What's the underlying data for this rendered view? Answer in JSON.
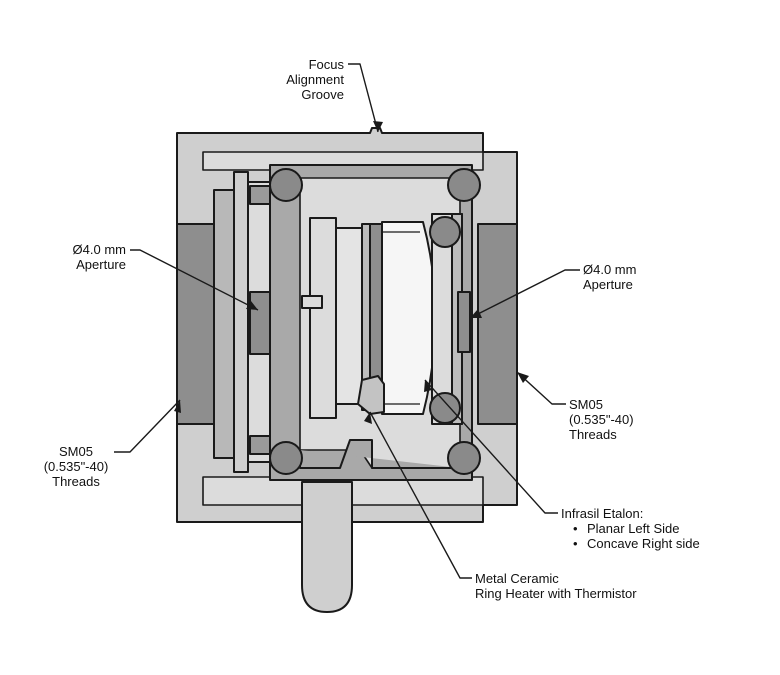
{
  "callouts": {
    "focus_groove": [
      "Focus",
      "Alignment",
      "Groove"
    ],
    "aperture_left": [
      "Ø4.0 mm",
      "Aperture"
    ],
    "aperture_right": [
      "Ø4.0 mm",
      "Aperture"
    ],
    "threads_left": [
      "SM05",
      "(0.535\"-40)",
      "Threads"
    ],
    "threads_right": [
      "SM05",
      "(0.535\"-40)",
      "Threads"
    ],
    "etalon": {
      "title": "Infrasil Etalon:",
      "bullets": [
        "Planar Left Side",
        "Concave Right side"
      ]
    },
    "heater": [
      "Metal Ceramic",
      "Ring Heater with Thermistor"
    ]
  },
  "colors": {
    "housing": "#cfcfcf",
    "bore": "#8e8e8e",
    "inner_cell": "#a9a9a9",
    "light_part": "#dcdcdc",
    "ball": "#8a8a8a",
    "lens": "#f6f6f6",
    "stroke": "#1a1a1a"
  }
}
